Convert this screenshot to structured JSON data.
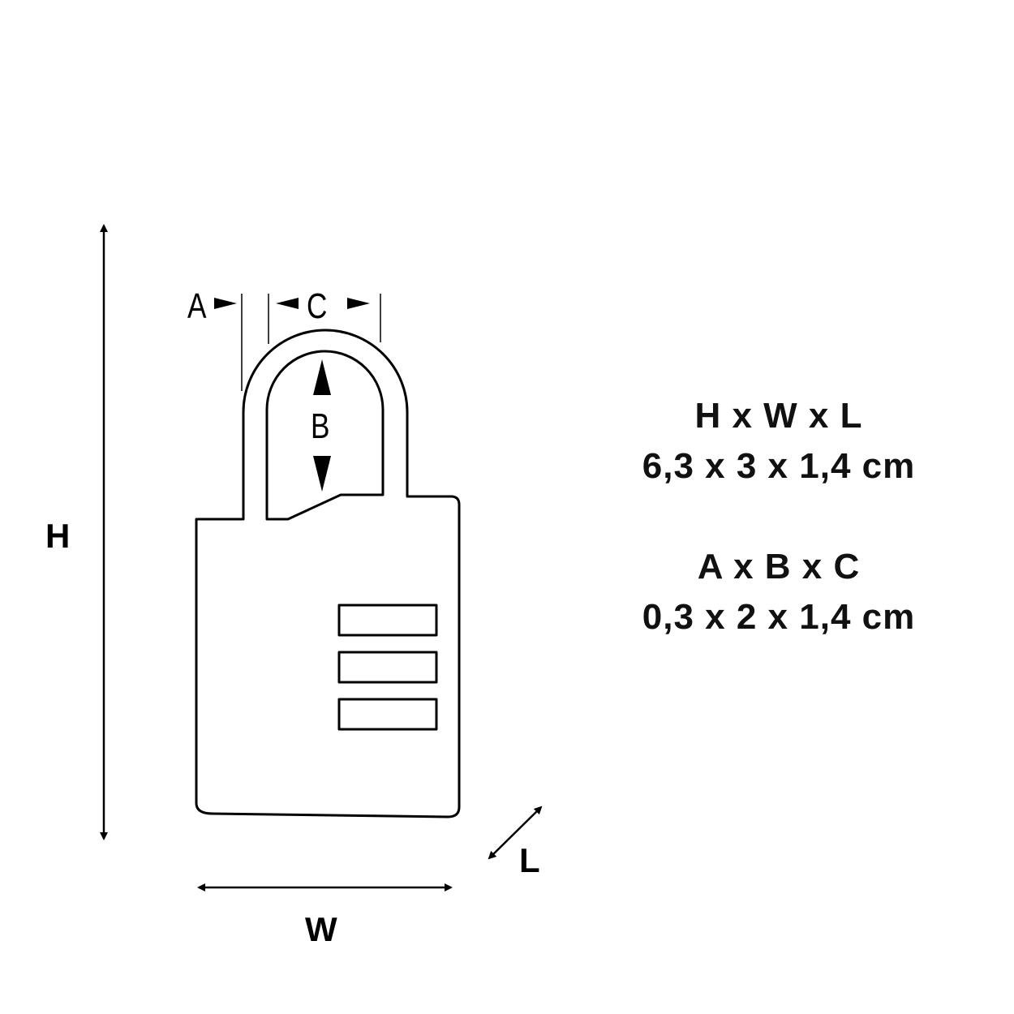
{
  "diagram": {
    "labels": {
      "H": "H",
      "W": "W",
      "L": "L",
      "A": "A",
      "B": "B",
      "C": "C"
    },
    "specs": [
      {
        "title": "H x W x L",
        "value": "6,3 x 3 x 1,4 cm"
      },
      {
        "title": "A x B x C",
        "value": "0,3 x 2 x 1,4 cm"
      }
    ],
    "line_color": "#000000"
  }
}
